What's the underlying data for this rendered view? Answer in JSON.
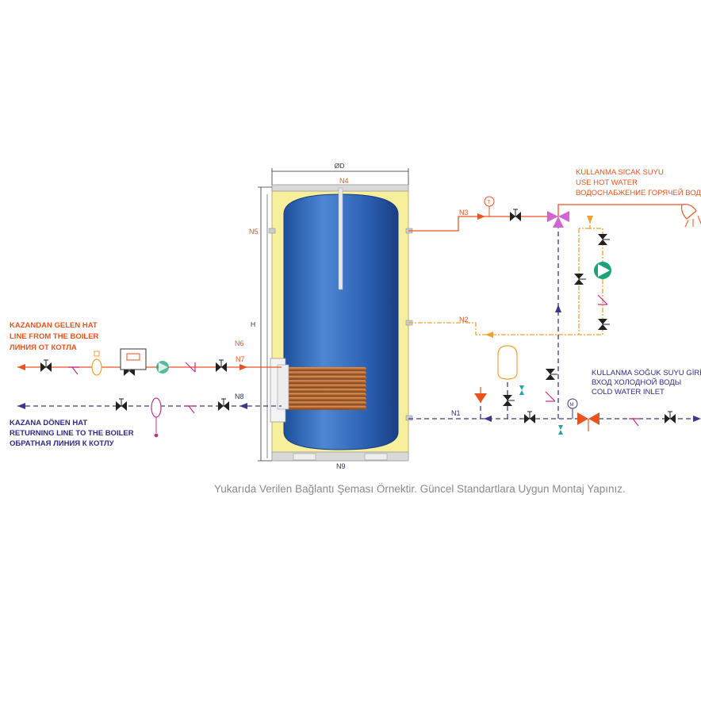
{
  "colors": {
    "hot": "#e8541e",
    "cold": "#3b3a8f",
    "boiler_return": "#3b3a8f",
    "circulation": "#f0a030",
    "tank_blue": "#2e5fae",
    "insulation": "#f7ef9b",
    "coil": "#b5652a",
    "pump_green": "#1aa37a",
    "valve": "#222222",
    "strainer": "#c0308f"
  },
  "icons": {
    "valve": "gate-valve-icon",
    "pump": "circulation-pump-icon",
    "strainer": "strainer-icon",
    "check": "check-valve-icon",
    "vent": "air-vent-icon",
    "vessel": "expansion-vessel-icon",
    "mixer": "mixing-valve-icon",
    "shower": "shower-head-icon",
    "thermometer": "thermometer-icon",
    "manometer": "manometer-icon",
    "safety": "safety-valve-icon",
    "controller": "thermostat-controller-icon"
  },
  "tank": {
    "diameter_label": "ØD",
    "height_label": "H",
    "nozzles": {
      "n1": "N1",
      "n2": "N2",
      "n3": "N3",
      "n4": "N4",
      "n5": "N5",
      "n6": "N6",
      "n7": "N7",
      "n8": "N8",
      "n9": "N9"
    }
  },
  "labels": {
    "boiler_in": [
      "KAZANDAN GELEN HAT",
      "LINE FROM THE BOILER",
      "ЛИНИЯ ОТ КОТЛА"
    ],
    "boiler_return": [
      "KAZANA DÖNEN HAT",
      "RETURNING LINE TO THE BOILER",
      "ОБРАТНАЯ ЛИНИЯ К КОТЛУ"
    ],
    "hot_water": [
      "KULLANMA SICAK SUYU",
      "USE HOT WATER",
      "ВОДОСНАБЖЕНИЕ ГОРЯЧЕЙ ВОДЫ"
    ],
    "cold_water": [
      "KULLANMA SOĞUK SUYU GİRİŞ",
      "ВХОД ХОЛОДНОЙ ВОДЫ",
      "COLD WATER INLET"
    ]
  },
  "caption": "Yukarıda Verilen Bağlantı Şeması Örnektir. Güncel Standartlara Uygun Montaj Yapınız."
}
